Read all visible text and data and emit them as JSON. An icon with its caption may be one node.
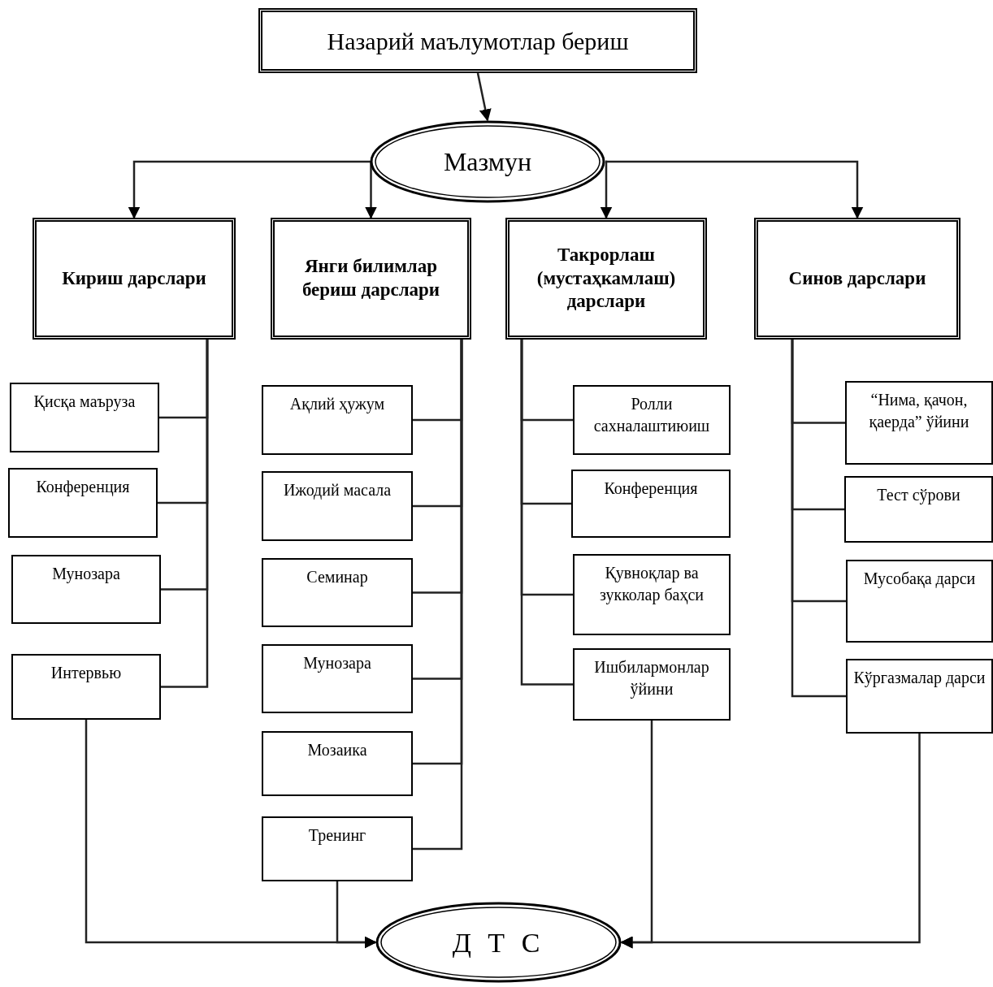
{
  "diagram": {
    "nodes": [
      {
        "text": [
          "Назарий маълумотлар бериш"
        ]
      },
      {
        "text": [
          "Мазмун"
        ]
      },
      {
        "text": [
          "Кириш дарслари"
        ]
      },
      {
        "text": [
          "Янги билимлар бериш дарслари"
        ]
      },
      {
        "text": [
          "Такрорлаш (мустаҳкамлаш) дарслари"
        ]
      },
      {
        "text": [
          "Синов дарслари"
        ]
      },
      {
        "text": [
          "Қисқа маъруза"
        ]
      },
      {
        "text": [
          "Конференция"
        ]
      },
      {
        "text": [
          "Мунозара"
        ]
      },
      {
        "text": [
          "Интервью"
        ]
      },
      {
        "text": [
          "Ақлий ҳужум"
        ]
      },
      {
        "text": [
          "Ижодий масала"
        ]
      },
      {
        "text": [
          "Семинар"
        ]
      },
      {
        "text": [
          "Мунозара"
        ]
      },
      {
        "text": [
          "Мозаика"
        ]
      },
      {
        "text": [
          "Тренинг"
        ]
      },
      {
        "text": [
          "Ролли сахналаштиюиш"
        ]
      },
      {
        "text": [
          "Конференция"
        ]
      },
      {
        "text": [
          "Қувноқлар ва зукколар баҳси"
        ]
      },
      {
        "text": [
          "Ишбилармонлар ўйини"
        ]
      },
      {
        "text": [
          "“Нима, қачон, қаерда” ўйини"
        ]
      },
      {
        "text": [
          "Тест сўрови"
        ]
      },
      {
        "text": [
          "Мусобақа дарси"
        ]
      },
      {
        "text": [
          "Кўргазмалар дарси"
        ]
      },
      {
        "text": [
          "Д Т С"
        ]
      }
    ],
    "edges": [
      {
        "from": 0,
        "to": 1,
        "arrow": "to"
      },
      {
        "from": 1,
        "to": 2,
        "arrow": "to"
      },
      {
        "from": 1,
        "to": 3,
        "arrow": "to"
      },
      {
        "from": 1,
        "to": 4,
        "arrow": "to"
      },
      {
        "from": 1,
        "to": 5,
        "arrow": "to"
      },
      {
        "from": 2,
        "to": 6,
        "arrow": "none"
      },
      {
        "from": 2,
        "to": 7,
        "arrow": "none"
      },
      {
        "from": 2,
        "to": 8,
        "arrow": "none"
      },
      {
        "from": 2,
        "to": 9,
        "arrow": "none"
      },
      {
        "from": 3,
        "to": 10,
        "arrow": "none"
      },
      {
        "from": 3,
        "to": 11,
        "arrow": "none"
      },
      {
        "from": 3,
        "to": 12,
        "arrow": "none"
      },
      {
        "from": 3,
        "to": 13,
        "arrow": "none"
      },
      {
        "from": 3,
        "to": 14,
        "arrow": "none"
      },
      {
        "from": 3,
        "to": 15,
        "arrow": "none"
      },
      {
        "from": 4,
        "to": 16,
        "arrow": "none"
      },
      {
        "from": 4,
        "to": 17,
        "arrow": "none"
      },
      {
        "from": 4,
        "to": 18,
        "arrow": "none"
      },
      {
        "from": 4,
        "to": 19,
        "arrow": "none"
      },
      {
        "from": 5,
        "to": 20,
        "arrow": "none"
      },
      {
        "from": 5,
        "to": 21,
        "arrow": "none"
      },
      {
        "from": 5,
        "to": 22,
        "arrow": "none"
      },
      {
        "from": 5,
        "to": 23,
        "arrow": "none"
      },
      {
        "from": 9,
        "to": 24,
        "arrow": "to"
      },
      {
        "from": 15,
        "to": 24,
        "arrow": "to"
      },
      {
        "from": 19,
        "to": 24,
        "arrow": "to"
      },
      {
        "from": 23,
        "to": 24,
        "arrow": "to"
      }
    ]
  }
}
